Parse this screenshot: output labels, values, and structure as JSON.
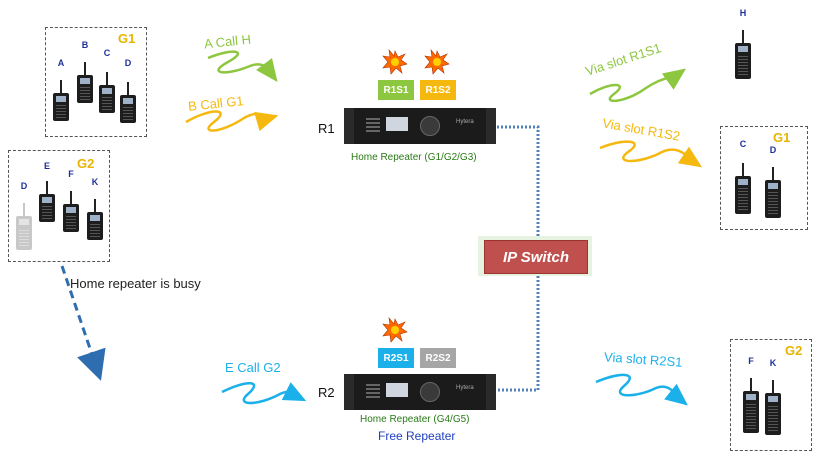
{
  "groups": {
    "g1_left": "G1",
    "g2_left": "G2",
    "g1_right": "G1",
    "g2_right": "G2"
  },
  "radios": {
    "g1_left": [
      "A",
      "B",
      "C",
      "D"
    ],
    "g2_left": [
      "D",
      "E",
      "F",
      "K"
    ],
    "h_right": [
      "H"
    ],
    "g1_right": [
      "C",
      "D"
    ],
    "g2_right": [
      "F",
      "K"
    ]
  },
  "calls": {
    "a_call_h": "A Call H",
    "b_call_g1": "B  Call G1",
    "e_call_g2": "E Call G2"
  },
  "slots": {
    "r1s1": "Via slot R1S1",
    "r1s2": "Via slot R1S2",
    "r2s1": "Via slot R2S1"
  },
  "repeaters": {
    "r1": {
      "id": "R1",
      "slot1": "R1S1",
      "slot2": "R1S2",
      "caption": "Home Repeater  (G1/G2/G3)",
      "brand": "Hytera"
    },
    "r2": {
      "id": "R2",
      "slot1": "R2S1",
      "slot2": "R2S2",
      "caption": "Home  Repeater  (G4/G5)",
      "sub_caption": "Free Repeater",
      "brand": "Hytera"
    }
  },
  "ip_switch": "IP Switch",
  "busy_note": "Home  repeater is busy",
  "colors": {
    "green": "#8dc63f",
    "orange": "#f5b80f",
    "blue": "#1cb0ea",
    "grey": "#a6a6a6",
    "switch": "#c0504d",
    "link": "#4f81bd",
    "burst": "#ff6a00"
  }
}
